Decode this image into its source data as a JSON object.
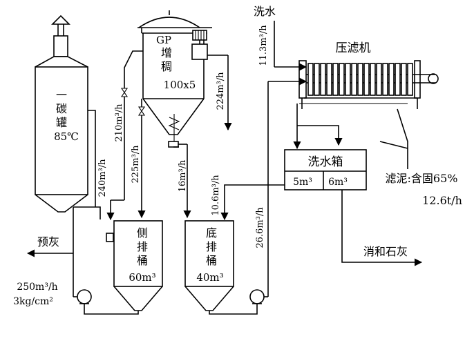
{
  "labels": {
    "wash_water": "洗水",
    "wash_flow": "11.3m³/h",
    "filter_press": "压滤机",
    "gp_line1": "GP",
    "gp_line2": "增",
    "gp_line3": "稠",
    "gp_line4": "100x5",
    "flow_224": "224m³/h",
    "carb_line1": "一",
    "carb_line2": "碳",
    "carb_line3": "罐",
    "carb_temp": "85℃",
    "flow_210": "210m³/h",
    "flow_225": "225m³/h",
    "flow_240": "240m³/h",
    "flow_16": "16m³/h",
    "flow_10_6": "10.6m³/h",
    "flow_26_6": "26.6m³/h",
    "wash_tank": "洗水箱",
    "wash_tank_5": "5m³",
    "wash_tank_6": "6m³",
    "sludge": "滤泥:含固65%",
    "sludge_rate": "12.6t/h",
    "pre_ash": "预灰",
    "side_line1": "侧",
    "side_line2": "排",
    "side_line3": "桶",
    "side_vol": "60m³",
    "bottom_line1": "底",
    "bottom_line2": "排",
    "bottom_line3": "桶",
    "bottom_vol": "40m³",
    "lime": "消和石灰",
    "pump_flow": "250m³/h",
    "pump_pressure": "3kg/cm²"
  }
}
